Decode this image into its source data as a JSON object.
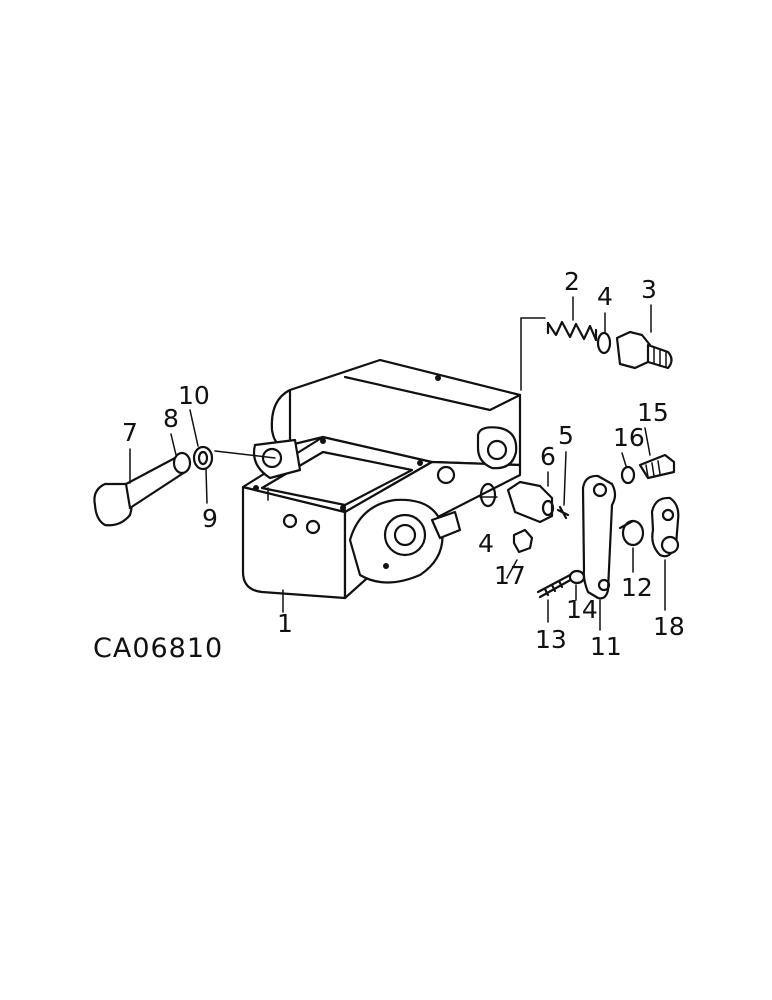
{
  "diagram": {
    "reference_code": "CA06810",
    "callouts": [
      "1",
      "2",
      "3",
      "4",
      "4",
      "5",
      "6",
      "7",
      "8",
      "9",
      "10",
      "11",
      "12",
      "13",
      "14",
      "15",
      "16",
      "17",
      "18"
    ]
  }
}
